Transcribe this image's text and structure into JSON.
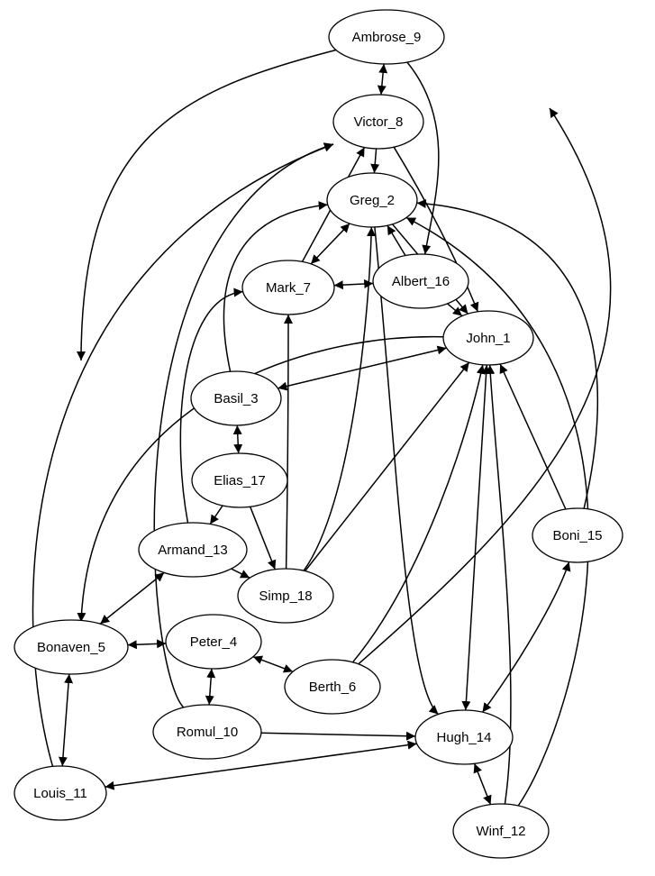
{
  "diagram": {
    "type": "directed-graph",
    "nodes": [
      {
        "id": "ambrose",
        "label": "Ambrose_9"
      },
      {
        "id": "victor",
        "label": "Victor_8"
      },
      {
        "id": "greg",
        "label": "Greg_2"
      },
      {
        "id": "mark",
        "label": "Mark_7"
      },
      {
        "id": "albert",
        "label": "Albert_16"
      },
      {
        "id": "john",
        "label": "John_1"
      },
      {
        "id": "basil",
        "label": "Basil_3"
      },
      {
        "id": "elias",
        "label": "Elias_17"
      },
      {
        "id": "armand",
        "label": "Armand_13"
      },
      {
        "id": "simp",
        "label": "Simp_18"
      },
      {
        "id": "boni",
        "label": "Boni_15"
      },
      {
        "id": "bonaven",
        "label": "Bonaven_5"
      },
      {
        "id": "peter",
        "label": "Peter_4"
      },
      {
        "id": "berth",
        "label": "Berth_6"
      },
      {
        "id": "romul",
        "label": "Romul_10"
      },
      {
        "id": "hugh",
        "label": "Hugh_14"
      },
      {
        "id": "louis",
        "label": "Louis_11"
      },
      {
        "id": "winf",
        "label": "Winf_12"
      }
    ],
    "edges": [
      {
        "from": "ambrose",
        "to": "victor",
        "direction": "both"
      },
      {
        "from": "ambrose",
        "to": "bonaven",
        "direction": "forward"
      },
      {
        "from": "ambrose",
        "to": "albert",
        "direction": "forward"
      },
      {
        "from": "victor",
        "to": "greg",
        "direction": "forward"
      },
      {
        "from": "victor",
        "to": "john",
        "direction": "forward"
      },
      {
        "from": "louis",
        "to": "victor",
        "direction": "forward"
      },
      {
        "from": "romul",
        "to": "victor",
        "direction": "forward"
      },
      {
        "from": "mark",
        "to": "victor",
        "direction": "forward"
      },
      {
        "from": "greg",
        "to": "mark",
        "direction": "both"
      },
      {
        "from": "greg",
        "to": "john",
        "direction": "forward"
      },
      {
        "from": "greg",
        "to": "hugh",
        "direction": "forward"
      },
      {
        "from": "albert",
        "to": "greg",
        "direction": "forward"
      },
      {
        "from": "basil",
        "to": "greg",
        "direction": "forward"
      },
      {
        "from": "boni",
        "to": "greg",
        "direction": "forward"
      },
      {
        "from": "winf",
        "to": "greg",
        "direction": "forward"
      },
      {
        "from": "simp",
        "to": "greg",
        "direction": "forward"
      },
      {
        "from": "mark",
        "to": "albert",
        "direction": "both"
      },
      {
        "from": "albert",
        "to": "john",
        "direction": "forward"
      },
      {
        "from": "armand",
        "to": "mark",
        "direction": "forward"
      },
      {
        "from": "simp",
        "to": "mark",
        "direction": "forward"
      },
      {
        "from": "john",
        "to": "bonaven",
        "direction": "forward"
      },
      {
        "from": "basil",
        "to": "john",
        "direction": "both"
      },
      {
        "from": "simp",
        "to": "john",
        "direction": "forward"
      },
      {
        "from": "berth",
        "to": "john",
        "direction": "forward"
      },
      {
        "from": "john",
        "to": "hugh",
        "direction": "both"
      },
      {
        "from": "boni",
        "to": "john",
        "direction": "forward"
      },
      {
        "from": "winf",
        "to": "john",
        "direction": "forward"
      },
      {
        "from": "basil",
        "to": "elias",
        "direction": "both"
      },
      {
        "from": "elias",
        "to": "armand",
        "direction": "forward"
      },
      {
        "from": "elias",
        "to": "simp",
        "direction": "forward"
      },
      {
        "from": "armand",
        "to": "simp",
        "direction": "forward"
      },
      {
        "from": "armand",
        "to": "bonaven",
        "direction": "both"
      },
      {
        "from": "berth",
        "to": "ambrose",
        "direction": "forward"
      },
      {
        "from": "bonaven",
        "to": "peter",
        "direction": "both"
      },
      {
        "from": "bonaven",
        "to": "louis",
        "direction": "both"
      },
      {
        "from": "peter",
        "to": "berth",
        "direction": "both"
      },
      {
        "from": "peter",
        "to": "romul",
        "direction": "both"
      },
      {
        "from": "romul",
        "to": "hugh",
        "direction": "forward"
      },
      {
        "from": "hugh",
        "to": "louis",
        "direction": "both"
      },
      {
        "from": "hugh",
        "to": "winf",
        "direction": "both"
      },
      {
        "from": "hugh",
        "to": "boni",
        "direction": "both"
      }
    ]
  }
}
